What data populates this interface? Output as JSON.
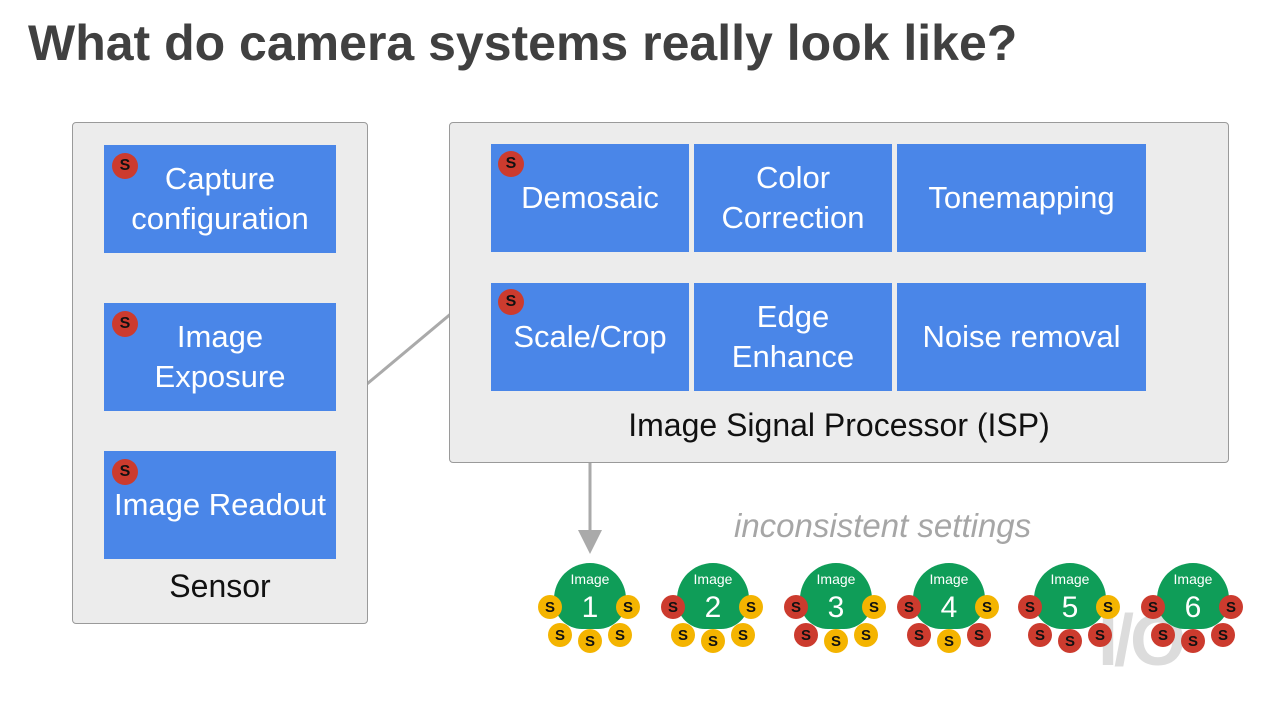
{
  "title": "What do camera systems really look like?",
  "colors": {
    "block": "#4a86e8",
    "badge_red": "#cc3b2e",
    "badge_yellow": "#f4b400",
    "image_green": "#0f9d58",
    "arrow": "#aaaaaa"
  },
  "badge_letter": "S",
  "sensor": {
    "label": "Sensor",
    "blocks": [
      "Capture configuration",
      "Image Exposure",
      "Image Readout"
    ]
  },
  "isp": {
    "label": "Image Signal Processor (ISP)",
    "row1": [
      "Demosaic",
      "Color Correction",
      "Tonemapping"
    ],
    "row2": [
      "Scale/Crop",
      "Edge Enhance",
      "Noise removal"
    ]
  },
  "note": "inconsistent settings",
  "image_word": "Image",
  "images": [
    {
      "number": "1",
      "settings": [
        "yellow",
        "yellow",
        "yellow",
        "yellow",
        "yellow"
      ]
    },
    {
      "number": "2",
      "settings": [
        "red",
        "yellow",
        "yellow",
        "yellow",
        "yellow"
      ]
    },
    {
      "number": "3",
      "settings": [
        "red",
        "yellow",
        "red",
        "yellow",
        "yellow"
      ]
    },
    {
      "number": "4",
      "settings": [
        "red",
        "yellow",
        "red",
        "yellow",
        "red"
      ]
    },
    {
      "number": "5",
      "settings": [
        "red",
        "yellow",
        "red",
        "red",
        "red"
      ]
    },
    {
      "number": "6",
      "settings": [
        "red",
        "red",
        "red",
        "red",
        "red"
      ]
    }
  ],
  "watermark": "I/O"
}
